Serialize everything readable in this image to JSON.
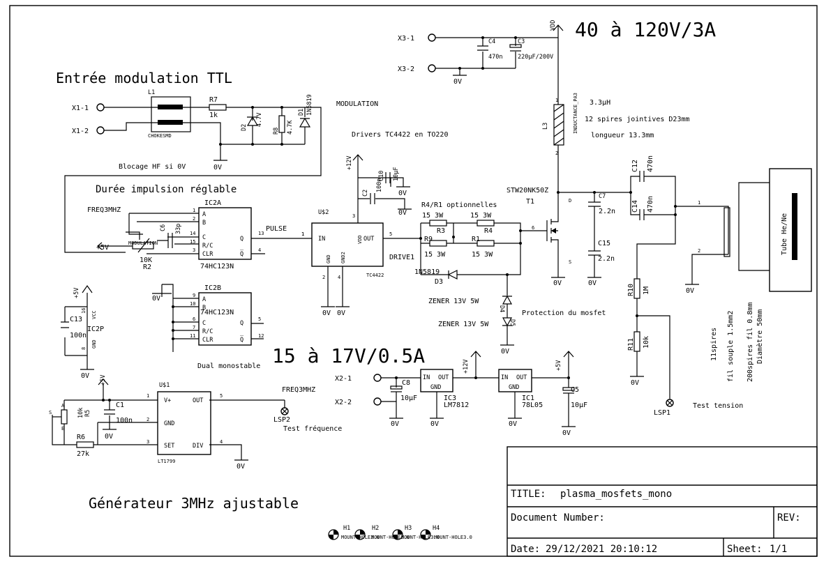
{
  "headings": {
    "modulation": "Entrée modulation TTL",
    "pulse_width": "Durée impulsion réglable",
    "generator": "Générateur 3MHz ajustable",
    "supply_hv": "40 à 120V/3A",
    "supply_lv": "15 à 17V/0.5A"
  },
  "notes": {
    "modulation": "MODULATION",
    "drivers": "Drivers TC4422 en TO220",
    "hf_block": "Blocage HF si 0V",
    "r4r1": "R4/R1 optionnelles",
    "protection": "Protection du mosfet",
    "dual_mono": "Dual monostable",
    "test_freq": "Test fréquence",
    "test_tension": "Test tension",
    "inductance_value": "3.3µH",
    "inductance_turns": "12 spires jointives D23mm",
    "inductance_length": "longueur 13.3mm",
    "coil_turns": "11spires",
    "coil_wire": "fil souple 1.5mm2",
    "secondary_turns": "200spires fil 0.8mm",
    "secondary_diameter": "Diamètre 50mm",
    "tube": "Tube He/Ne"
  },
  "nets": {
    "vdd": "VDD",
    "gnd": "0V",
    "p12": "+12V",
    "p5": "+5V",
    "pulse": "PULSE",
    "drive": "DRIVE1",
    "freq": "FREQ3MHZ",
    "modulation_pin": "MODULATION"
  },
  "connectors": [
    "X1-1",
    "X1-2",
    "X2-1",
    "X2-2",
    "X3-1",
    "X3-2"
  ],
  "components": {
    "l1": {
      "ref": "L1",
      "value": "CHOKESMD"
    },
    "r7": {
      "ref": "R7",
      "value": "1k"
    },
    "d2": {
      "ref": "D2",
      "value": "4.7V"
    },
    "r8": {
      "ref": "R8",
      "value": "4.7K"
    },
    "d1": {
      "ref": "D1",
      "value": "1N5819"
    },
    "c4": {
      "ref": "C4",
      "value": "470n"
    },
    "c3": {
      "ref": "C3",
      "value": "220µF/200V"
    },
    "c10": {
      "ref": "C10",
      "value": "10µF"
    },
    "c2": {
      "ref": "C2",
      "value": "100n"
    },
    "r3": {
      "ref": "R3",
      "value": "15 3W"
    },
    "r4": {
      "ref": "R4",
      "value": "15 3W"
    },
    "r9": {
      "ref": "R9",
      "value": "15 3W"
    },
    "r1": {
      "ref": "R1",
      "value": "15 3W"
    },
    "d3": {
      "ref": "D3",
      "value": "1N5819"
    },
    "d4": {
      "ref": "D4",
      "value": "ZENER 13V 5W"
    },
    "d5": {
      "ref": "D5",
      "value": "ZENER 13V 5W"
    },
    "l3": {
      "ref": "L3",
      "value": "INDUCTANCE_PA3"
    },
    "t1": {
      "ref": "T1",
      "value": "STW20NK50Z"
    },
    "c7": {
      "ref": "C7",
      "value": "2.2n"
    },
    "c15": {
      "ref": "C15",
      "value": "2.2n"
    },
    "c12": {
      "ref": "C12",
      "value": "470n"
    },
    "c14": {
      "ref": "C14",
      "value": "470n"
    },
    "r10": {
      "ref": "R10",
      "value": "1M"
    },
    "r11": {
      "ref": "R11",
      "value": "10k"
    },
    "ic2a": {
      "ref": "IC2A",
      "value": "74HC123N"
    },
    "ic2b": {
      "ref": "IC2B",
      "value": "74HC123N"
    },
    "ic2p": {
      "ref": "IC2P"
    },
    "c13": {
      "ref": "C13",
      "value": "100n"
    },
    "c6": {
      "ref": "C6",
      "value": "33p"
    },
    "r2": {
      "ref": "R2",
      "value": "10K"
    },
    "u2": {
      "ref": "U$2",
      "value": "TC4422"
    },
    "u1": {
      "ref": "U$1",
      "value": "LT1799"
    },
    "c1": {
      "ref": "C1",
      "value": "100n"
    },
    "r5": {
      "ref": "R5",
      "value": "10k"
    },
    "r6": {
      "ref": "R6",
      "value": "27k"
    },
    "lsp2": {
      "ref": "LSP2"
    },
    "lsp1": {
      "ref": "LSP1"
    },
    "c8": {
      "ref": "C8",
      "value": "10µF"
    },
    "ic3": {
      "ref": "IC3",
      "value": "LM7812"
    },
    "ic1": {
      "ref": "IC1",
      "value": "78L05"
    },
    "c5": {
      "ref": "C5",
      "value": "10µF"
    },
    "h1": {
      "ref": "H1",
      "value": "MOUNT-HOLE3.0"
    },
    "h2": {
      "ref": "H2",
      "value": "MOUNT-HOLE3.0"
    },
    "h3": {
      "ref": "H3",
      "value": "MOUNT-HOLE3.0"
    },
    "h4": {
      "ref": "H4",
      "value": "MOUNT-HOLE3.0"
    }
  },
  "pins": {
    "ic2a": {
      "a": "A",
      "b": "B",
      "c": "C",
      "rc": "R/C",
      "clr": "CLR",
      "q": "Q",
      "qn": "Q̅",
      "n1": "1",
      "n2": "2",
      "n14": "14",
      "n15": "15",
      "n3": "3",
      "n13": "13",
      "n4": "4"
    },
    "ic2b": {
      "a": "A",
      "b": "B",
      "c": "C",
      "rc": "R/C",
      "clr": "CLR",
      "q": "Q",
      "qn": "Q̅",
      "n9": "9",
      "n10": "10",
      "n6": "6",
      "n7": "7",
      "n11": "11",
      "n5": "5",
      "n12": "12"
    },
    "ic2p": {
      "vcc": "VCC",
      "gnd": "GND",
      "n16": "16",
      "n8": "8"
    },
    "u2": {
      "in": "IN",
      "vdd": "VDD",
      "out": "OUT",
      "gnd": "GND",
      "gnd2": "GND2",
      "n1": "1",
      "n3": "3",
      "n5": "5",
      "n2": "2",
      "n4": "4"
    },
    "u1": {
      "vp": "V+",
      "out": "OUT",
      "gnd": "GND",
      "set": "SET",
      "div": "DIV",
      "n1": "1",
      "n5": "5",
      "n2": "2",
      "n3": "3",
      "n4": "4"
    },
    "reg": {
      "in": "IN",
      "out": "OUT",
      "gnd": "GND"
    },
    "l3": {
      "n1": "1",
      "n2": "2"
    },
    "t1": {
      "d": "D",
      "s": "S",
      "g": "6"
    },
    "tube": {
      "n1": "1",
      "n2": "2"
    },
    "r5": {
      "a": "A",
      "e": "E",
      "s": "S"
    }
  },
  "title_block": {
    "title_label": "TITLE:",
    "title": "plasma_mosfets_mono",
    "doc_label": "Document Number:",
    "rev_label": "REV:",
    "date_label": "Date:",
    "date": "29/12/2021 20:10:12",
    "sheet_label": "Sheet:",
    "sheet": "1/1"
  }
}
